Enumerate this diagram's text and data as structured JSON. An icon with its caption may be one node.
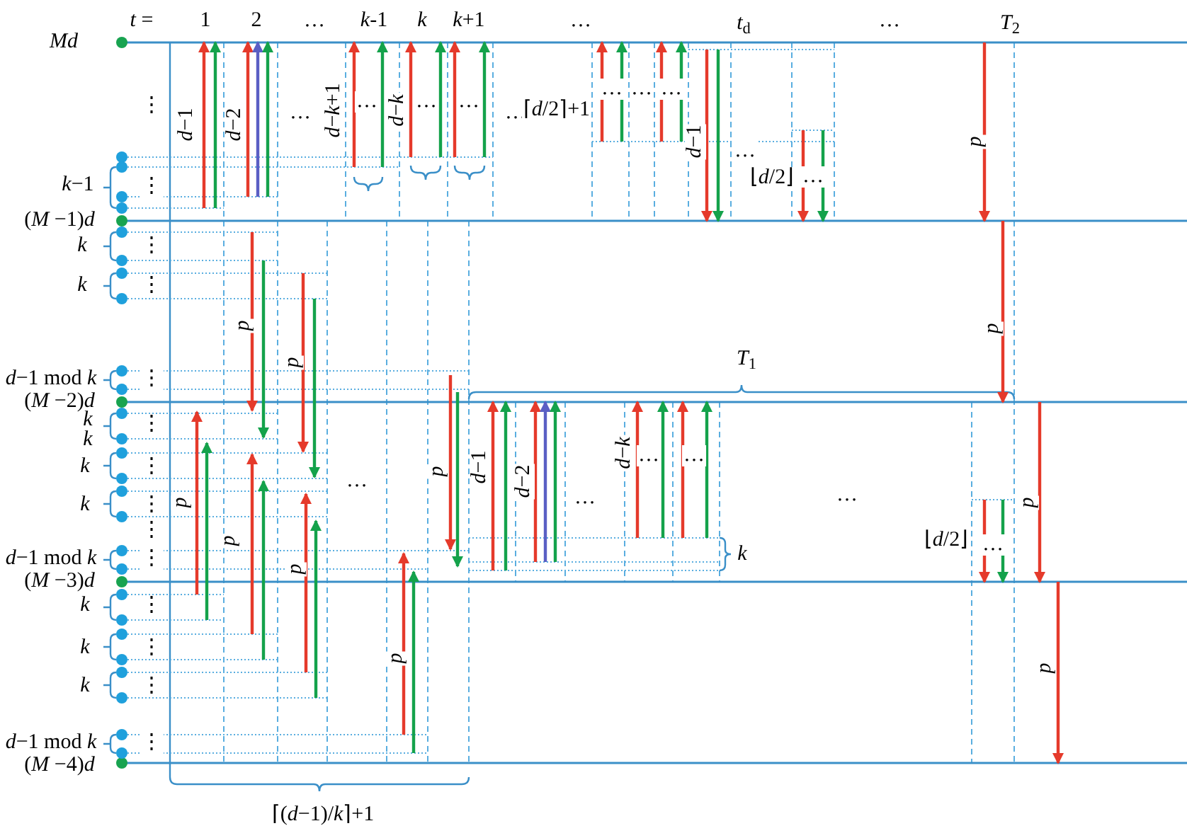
{
  "diagram": {
    "labels": [
      "*t* =",
      "1",
      "2",
      "…",
      "*k*-1",
      "*k*",
      "*k*+1",
      "…",
      "*t*$_{d}$",
      "…",
      "*T*$_{2}$",
      "*Md*",
      "⋮",
      "*d*−1",
      "*d*−2",
      "…",
      "*d*−*k*+1",
      "…",
      "*d*−*k*",
      "…",
      "…",
      "…",
      "⌈*d*/2⌉+1",
      "…",
      "…",
      "…",
      "*d*−1",
      "…",
      "⌊*d*/2⌋",
      "…",
      "*d*",
      "*k*−1",
      "⋮",
      "(*M* −1)*d*",
      "*k*",
      "⋮",
      "*k*",
      "⋮",
      "*d*",
      "*d*",
      "*d*",
      "*T*$_{1}$",
      "*d*−1 mod *k*",
      "⋮",
      "(*M* −2)*d*",
      "*k*",
      "*k*",
      "⋮",
      "*d*",
      "*k*",
      "⋮",
      "*d*",
      "*k*",
      "⋮",
      "…",
      "⋮",
      "*d*",
      "*d*",
      "*d*−1",
      "*d*−2",
      "…",
      "*d*−*k*",
      "…",
      "…",
      "…",
      "⌊*d*/2⌋",
      "…",
      "*d*",
      "*d*−1 mod *k*",
      "⋮",
      "*k*",
      "(*M* −3)*d*",
      "*k*",
      "⋮",
      "*k*",
      "⋮",
      "*d*",
      "*k*",
      "⋮",
      "*d*",
      "*d*−1 mod *k*",
      "⋮",
      "(*M* −4)*d*",
      "⌈(*d*−1)/*k*⌉+1"
    ]
  }
}
